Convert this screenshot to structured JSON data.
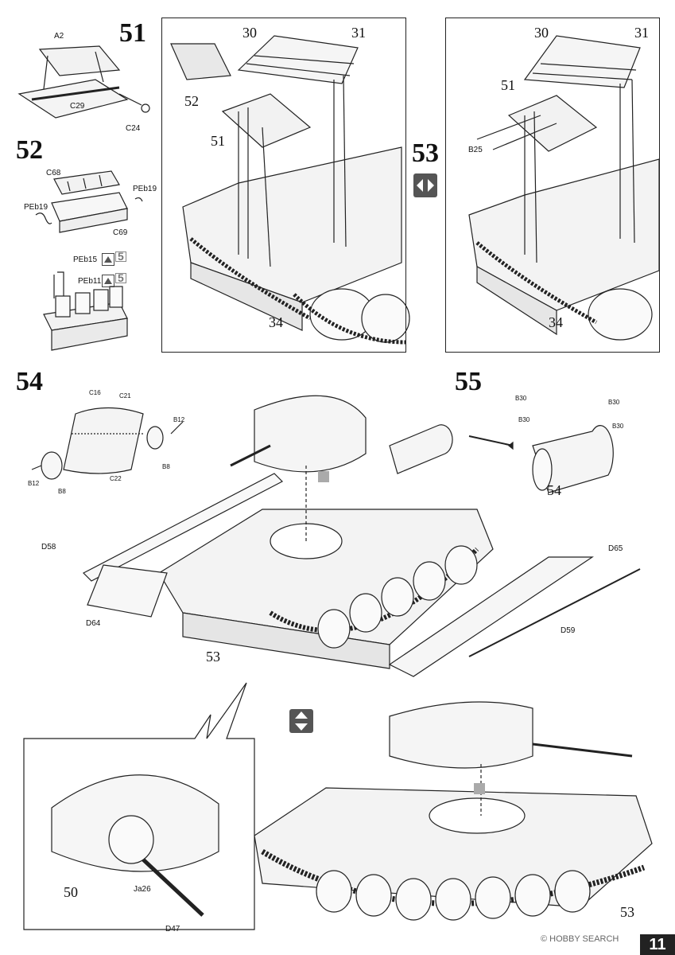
{
  "steps": {
    "s51": {
      "number": "51",
      "labels": {
        "a2": "A2",
        "c29": "C29",
        "c24": "C24"
      }
    },
    "s52": {
      "number": "52",
      "labels": {
        "c68": "C68",
        "peb19a": "PEb19",
        "peb19b": "PEb19",
        "c69": "C69",
        "peb15": "PEb15",
        "peb11": "PEb11",
        "five": "5"
      }
    },
    "s53": {
      "number": "53",
      "labels_left": {
        "p30": "30",
        "p31": "31",
        "p52": "52",
        "p51": "51",
        "p34": "34"
      },
      "labels_right": {
        "p30": "30",
        "p31": "31",
        "p51": "51",
        "b25": "B25",
        "p34": "34"
      }
    },
    "s54": {
      "number": "54",
      "labels": {
        "c16": "C16",
        "c21": "C21",
        "b12a": "B12",
        "b12b": "B12",
        "b8a": "B8",
        "b8b": "B8",
        "c22": "C22",
        "d58": "D58",
        "d64": "D64",
        "p53": "53",
        "d65": "D65",
        "d59": "D59"
      }
    },
    "s55": {
      "number": "55",
      "labels": {
        "b30a": "B30",
        "b30b": "B30",
        "b30c": "B30",
        "b30d": "B30",
        "p54": "54"
      }
    },
    "final": {
      "labels": {
        "p50": "50",
        "ja26": "Ja26",
        "d47": "D47",
        "p53": "53"
      }
    }
  },
  "footer": {
    "watermark": "© HOBBY SEARCH",
    "page_number": "11"
  }
}
